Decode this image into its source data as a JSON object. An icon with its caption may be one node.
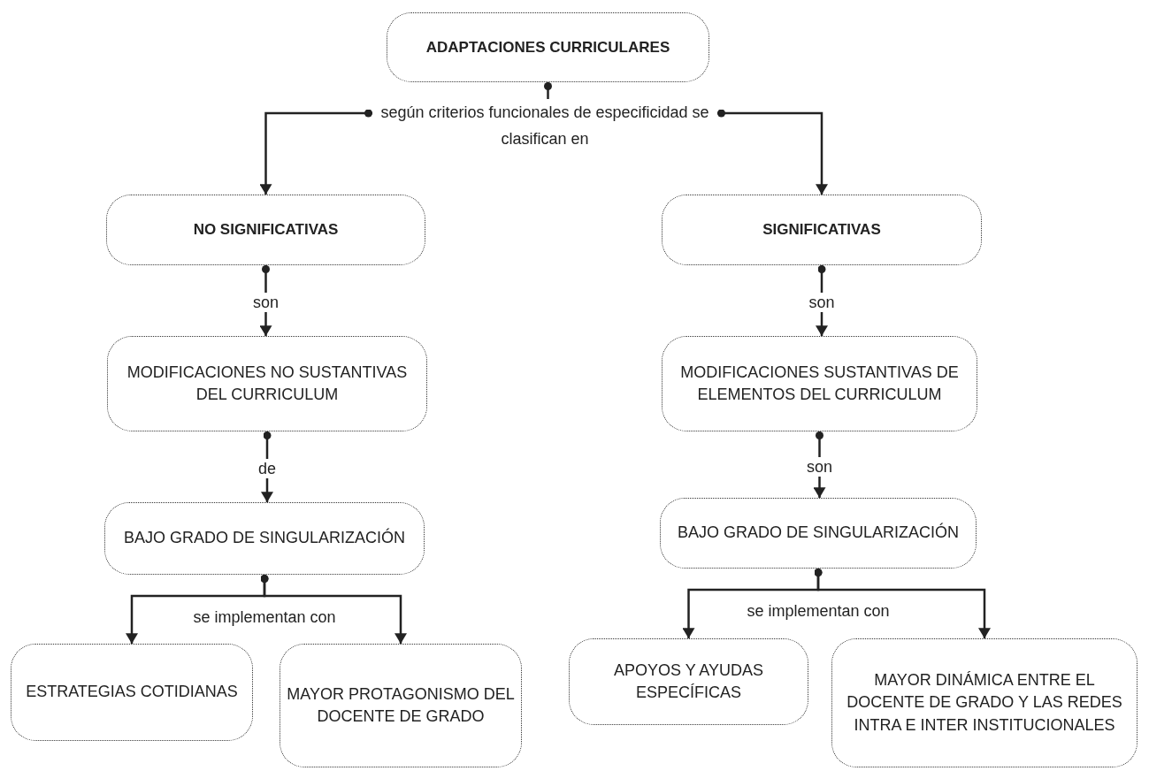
{
  "diagram": {
    "nodes": [
      {
        "text": [
          "ADAPTACIONES CURRICULARES"
        ]
      },
      {
        "text": [
          "según criterios funcionales de especificidad se clasifican en"
        ]
      },
      {
        "text": [
          "NO SIGNIFICATIVAS"
        ]
      },
      {
        "text": [
          "SIGNIFICATIVAS"
        ]
      },
      {
        "text": [
          "MODIFICACIONES NO SUSTANTIVAS DEL CURRICULUM"
        ]
      },
      {
        "text": [
          "MODIFICACIONES SUSTANTIVAS DE ELEMENTOS DEL CURRICULUM"
        ]
      },
      {
        "text": [
          "BAJO GRADO DE SINGULARIZACIÓN"
        ]
      },
      {
        "text": [
          "BAJO GRADO DE SINGULARIZACIÓN"
        ]
      },
      {
        "text": [
          "ESTRATEGIAS COTIDIANAS"
        ]
      },
      {
        "text": [
          "MAYOR PROTAGONISMO DEL DOCENTE DE GRADO"
        ]
      },
      {
        "text": [
          "APOYOS Y AYUDAS ESPECÍFICAS"
        ]
      },
      {
        "text": [
          "MAYOR DINÁMICA ENTRE EL DOCENTE DE GRADO Y LAS REDES INTRA E INTER INSTITUCIONALES"
        ]
      }
    ],
    "edges": [
      {
        "from": 0,
        "to": 1,
        "arrow": "other"
      },
      {
        "from": 1,
        "to": 2,
        "arrow": "to"
      },
      {
        "from": 1,
        "to": 3,
        "arrow": "to"
      },
      {
        "from": 2,
        "to": 4,
        "arrow": "to",
        "label": "son"
      },
      {
        "from": 3,
        "to": 5,
        "arrow": "to",
        "label": "son"
      },
      {
        "from": 4,
        "to": 6,
        "arrow": "to",
        "label": "de"
      },
      {
        "from": 5,
        "to": 7,
        "arrow": "to",
        "label": "son"
      },
      {
        "from": 6,
        "to": 8,
        "arrow": "to",
        "label": "se implementan con"
      },
      {
        "from": 6,
        "to": 9,
        "arrow": "to"
      },
      {
        "from": 7,
        "to": 10,
        "arrow": "to",
        "label": "se implementan con"
      },
      {
        "from": 7,
        "to": 11,
        "arrow": "to"
      }
    ]
  }
}
